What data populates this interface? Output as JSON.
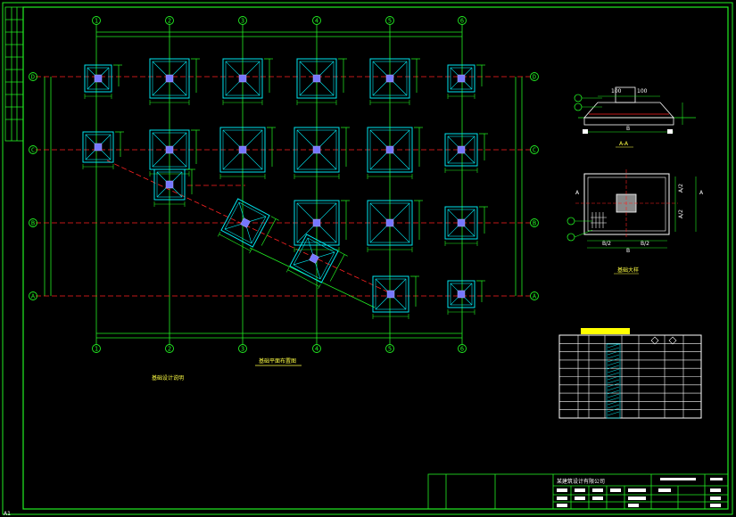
{
  "drawing": {
    "plan_title": "基础平面布置图",
    "notes_title": "基础设计说明",
    "sheet_size": "A1",
    "col_axes": [
      "1",
      "2",
      "3",
      "4",
      "5",
      "6"
    ],
    "row_axes": [
      "D",
      "C",
      "B",
      "A"
    ],
    "section_title": "A-A",
    "detail_title": "基础大样",
    "dims": {
      "d100a": "100",
      "d100b": "100",
      "section_b": "B",
      "plan_b": "B",
      "half_b_left": "B/2",
      "half_b_right": "B/2",
      "half_a_top": "A/2",
      "half_a_bottom": "A/2",
      "cut_left": "A",
      "cut_right": "A"
    },
    "title_block": {
      "company": "某建筑设计有限公司"
    }
  },
  "colors": {
    "background": "#000000",
    "border": "#22ee22",
    "footing": "#00e5ee",
    "gridline": "#ff2222",
    "column": "#7777ff",
    "text": "#ffff44"
  }
}
